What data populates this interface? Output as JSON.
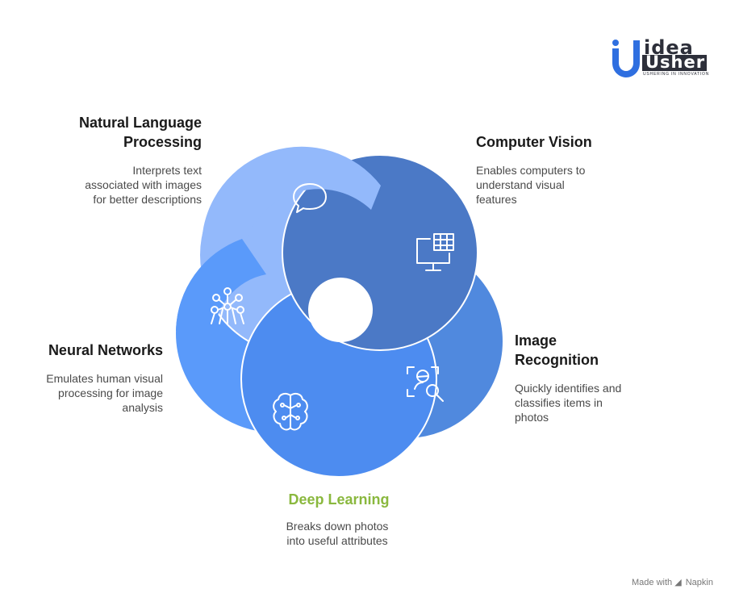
{
  "logo": {
    "word_top": "idea",
    "word_bottom": "Usher",
    "tagline": "USHERING IN INNOVATION"
  },
  "segments": [
    {
      "key": "nlp",
      "title_line1": "Natural Language",
      "title_line2": "Processing",
      "desc_lines": [
        "Interprets text",
        "associated with images",
        "for better descriptions"
      ],
      "color": "#93b9fb",
      "icon": "speech-bubble-icon"
    },
    {
      "key": "cv",
      "title_line1": "Computer Vision",
      "title_line2": "",
      "desc_lines": [
        "Enables computers to",
        "understand visual",
        "features"
      ],
      "color": "#4b79c6",
      "icon": "monitor-grid-icon"
    },
    {
      "key": "ir",
      "title_line1": "Image",
      "title_line2": "Recognition",
      "desc_lines": [
        "Quickly identifies and",
        "classifies items in",
        "photos"
      ],
      "color": "#5089de",
      "icon": "image-scan-icon"
    },
    {
      "key": "dl",
      "title_line1": "Deep Learning",
      "title_line2": "",
      "desc_lines": [
        "Breaks down photos",
        "into useful attributes"
      ],
      "color": "#4d8cf0",
      "icon": "brain-circuit-icon",
      "title_color": "#8ab83e"
    },
    {
      "key": "nn",
      "title_line1": "Neural Networks",
      "title_line2": "",
      "desc_lines": [
        "Emulates human visual",
        "processing for image",
        "analysis"
      ],
      "color": "#5a9afa",
      "icon": "network-nodes-icon"
    }
  ],
  "footer": {
    "made_with": "Made with",
    "brand": "Napkin"
  }
}
